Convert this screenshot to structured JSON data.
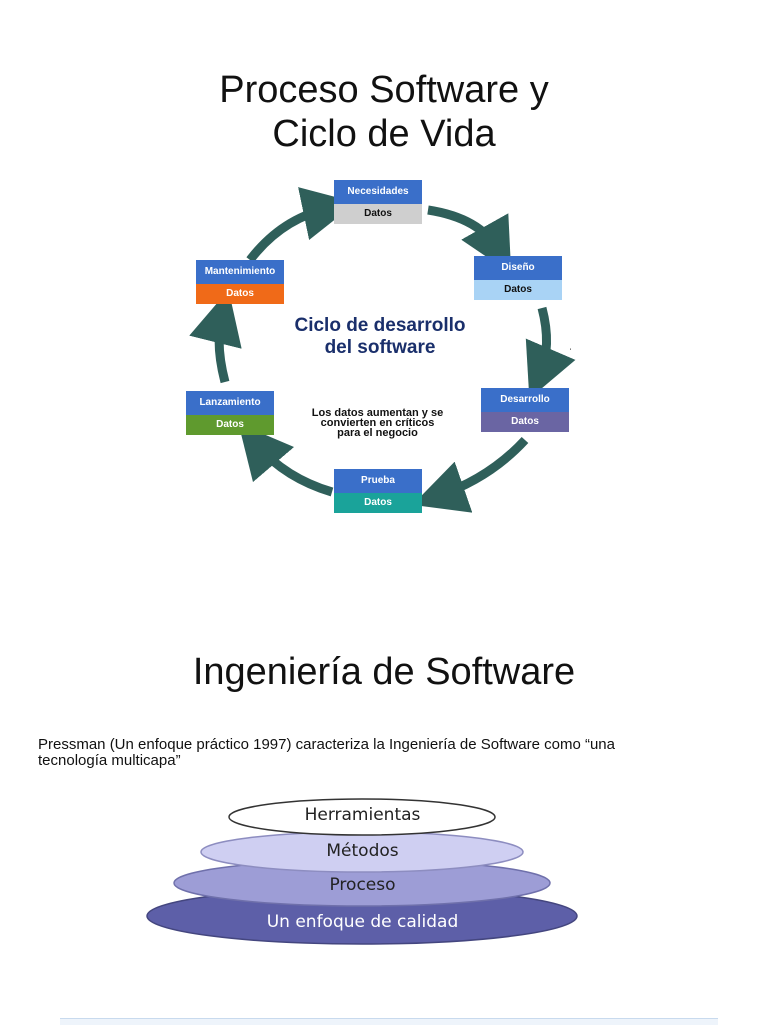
{
  "titles": {
    "first_line1": "Proceso Software y",
    "first_line2": "Ciclo de Vida",
    "second": "Ingeniería de Software"
  },
  "cycle": {
    "center_title_line1": "Ciclo de desarrollo",
    "center_title_line2": "del software",
    "center_note_line1": "Los datos aumentan y se",
    "center_note_line2": "convierten en críticos",
    "center_note_line3": "para el negocio",
    "stages": [
      {
        "name": "Necesidades",
        "data": "Datos",
        "data_color": "#cfcfcf",
        "data_text_color": "#111111"
      },
      {
        "name": "Diseño",
        "data": "Datos",
        "data_color": "#a9d3f5",
        "data_text_color": "#111111"
      },
      {
        "name": "Desarrollo",
        "data": "Datos",
        "data_color": "#6a65a3",
        "data_text_color": "#ffffff"
      },
      {
        "name": "Prueba",
        "data": "Datos",
        "data_color": "#1aa39a",
        "data_text_color": "#ffffff"
      },
      {
        "name": "Lanzamiento",
        "data": "Datos",
        "data_color": "#5f9a2e",
        "data_text_color": "#ffffff"
      },
      {
        "name": "Mantenimiento",
        "data": "Datos",
        "data_color": "#f06a18",
        "data_text_color": "#ffffff"
      }
    ],
    "arrow_color": "#2f5f5a",
    "header_color": "#3a6fc9"
  },
  "intro": {
    "line1": "Pressman (Un enfoque práctico 1997) caracteriza la Ingeniería de Software como “una",
    "line2": "tecnología multicapa”"
  },
  "layers": [
    {
      "label": "Herramientas",
      "fill": "#ffffff",
      "text_color": "#222222"
    },
    {
      "label": "Métodos",
      "fill": "#cfcff2",
      "text_color": "#222222"
    },
    {
      "label": "Proceso",
      "fill": "#9d9dd6",
      "text_color": "#222222"
    },
    {
      "label": "Un enfoque de calidad",
      "fill": "#5d5fa8",
      "text_color": "#ffffff"
    }
  ]
}
